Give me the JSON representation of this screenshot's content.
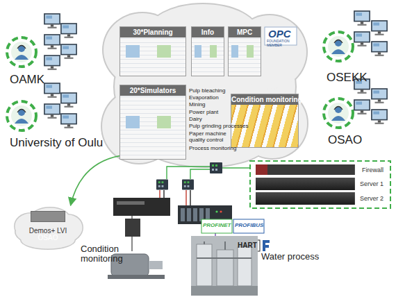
{
  "diagram": {
    "nodes": [
      {
        "text": [
          "30*Planning"
        ]
      },
      {
        "text": [
          "Info"
        ]
      },
      {
        "text": [
          "MPC"
        ]
      },
      {
        "text": [
          "20*Simulators"
        ]
      },
      {
        "text": [
          "Condition monitoring"
        ]
      },
      {
        "text": [
          "Firewall"
        ]
      },
      {
        "text": [
          "Server 1"
        ]
      },
      {
        "text": [
          "Server 2"
        ]
      },
      {
        "text": [
          "Demos+ LVI"
        ]
      },
      {
        "text": [
          "OSAO"
        ],
        "in": 8
      }
    ],
    "edges": [
      {
        "from": 3,
        "to": 8,
        "arrow": "to"
      }
    ],
    "labels": [
      "OAMK",
      "University of Oulu",
      "OSEKK",
      "OSAO",
      "OPC",
      "FOUNDATION MEMBER",
      "Pulp bleaching",
      "Evaporation",
      "Mining",
      "Power plant",
      "Dairy",
      "Pulp grinding processes",
      "Paper machine quality control",
      "Process monitoring",
      "Condition monitoring",
      "Water process",
      "PROFINET",
      "PROFIBUS",
      "HART"
    ]
  }
}
